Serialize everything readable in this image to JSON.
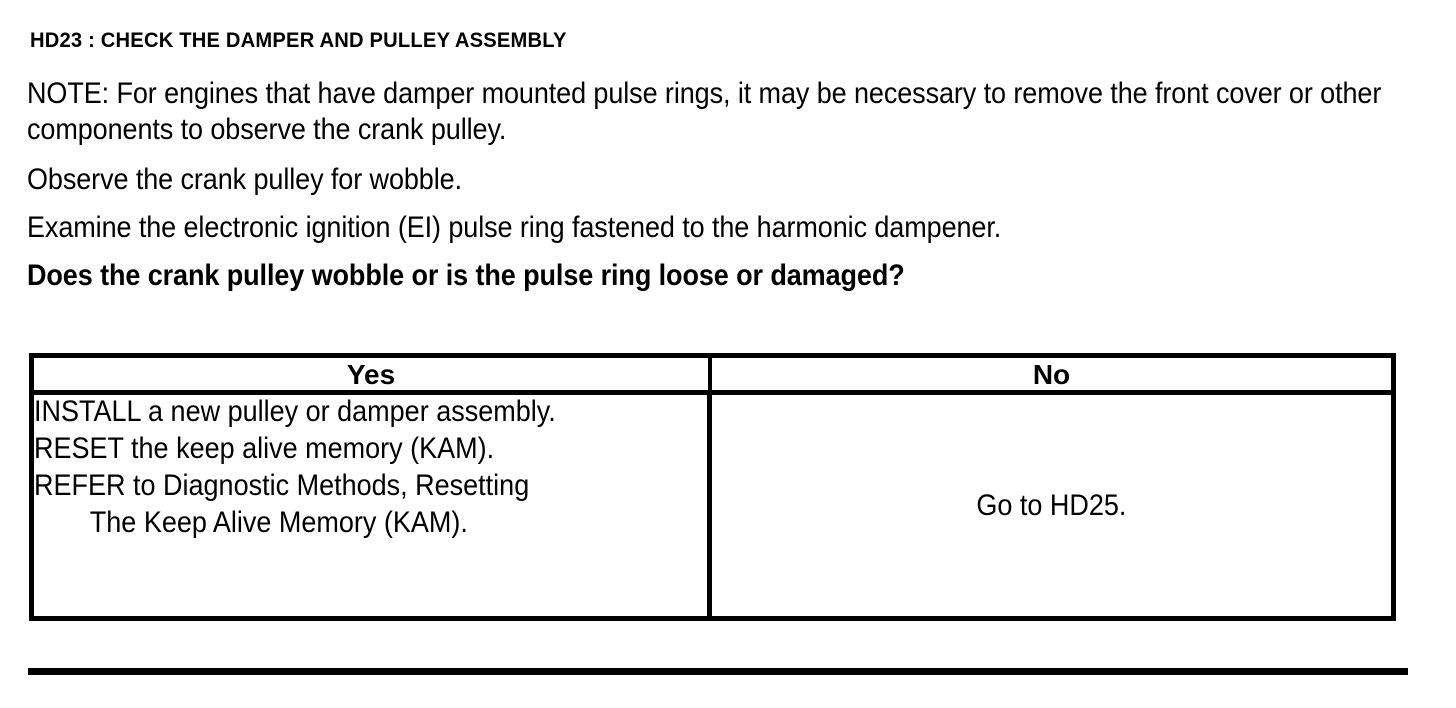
{
  "document": {
    "title": "HD23 : CHECK THE DAMPER AND PULLEY ASSEMBLY",
    "paragraphs": {
      "note": "NOTE: For engines that have damper mounted pulse rings, it may be necessary to remove the front cover or other components to observe the crank pulley.",
      "observe": "Observe the crank pulley for wobble.",
      "examine": "Examine the electronic ignition (EI) pulse ring fastened to the harmonic dampener.",
      "question": "Does the crank pulley wobble or is the pulse ring loose or damaged?"
    }
  },
  "decision_table": {
    "headers": {
      "yes": "Yes",
      "no": "No"
    },
    "yes_cell": {
      "lines": [
        "INSTALL a new pulley or damper assembly.",
        "RESET the keep alive memory (KAM).",
        "REFER to Diagnostic Methods, Resetting",
        "The Keep Alive Memory (KAM)."
      ]
    },
    "no_cell": {
      "text": "Go to HD25."
    }
  },
  "style": {
    "ink_color": "#000000",
    "page_color": "#ffffff"
  }
}
